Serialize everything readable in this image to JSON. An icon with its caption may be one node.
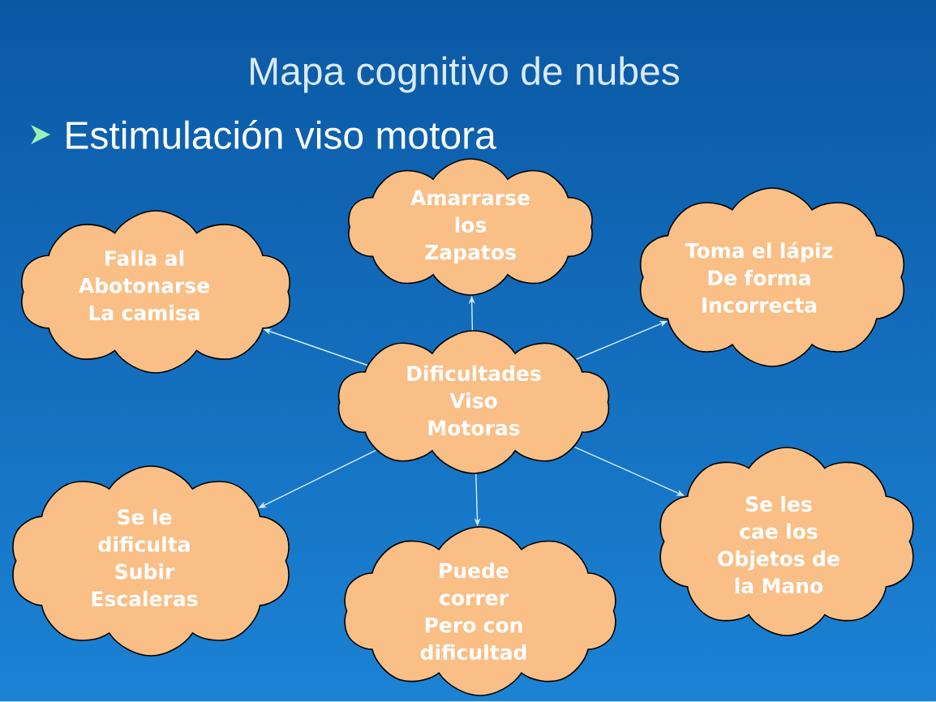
{
  "diagram": {
    "title": "Mapa cognitivo de nubes",
    "nodes": [
      {
        "text": [
          "Amarrarse los Zapatos"
        ]
      },
      {
        "text": [
          "Falla al Abotonarse La camisa"
        ]
      },
      {
        "text": [
          "Toma el lápiz De forma Incorrecta"
        ]
      },
      {
        "text": [
          "Dificultades Viso Motoras"
        ]
      },
      {
        "text": [
          "Se le dificulta Subir Escaleras"
        ]
      },
      {
        "text": [
          "Se les cae los Objetos de la Mano"
        ]
      },
      {
        "text": [
          "Puede correr Pero con dificultad"
        ]
      }
    ],
    "edges": [
      {
        "from": 3,
        "to": 0,
        "arrow": "to"
      },
      {
        "from": 3,
        "to": 1,
        "arrow": "to"
      },
      {
        "from": 3,
        "to": 2,
        "arrow": "to"
      },
      {
        "from": 3,
        "to": 4,
        "arrow": "to"
      },
      {
        "from": 3,
        "to": 5,
        "arrow": "to"
      },
      {
        "from": 3,
        "to": 6,
        "arrow": "to"
      }
    ],
    "labels": [
      "Estimulación viso motora"
    ]
  }
}
